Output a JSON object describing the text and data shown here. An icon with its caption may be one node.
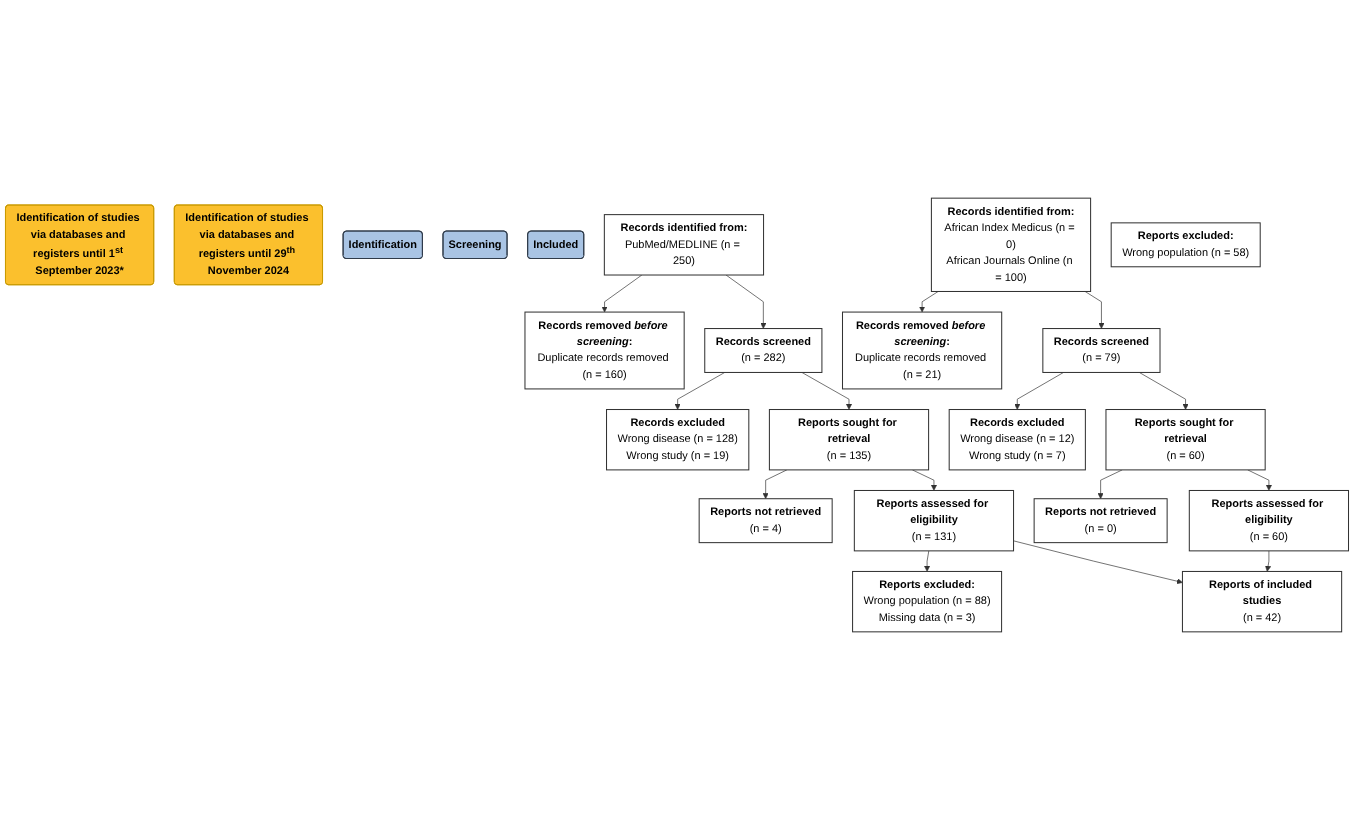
{
  "diagram": {
    "nodes": [
      {
        "text": [
          "Identification of studies via databases and registers until 1$^{st}$ September 2023*"
        ]
      },
      {
        "text": [
          "Identification of studies via databases and registers until 29$^{th}$ November 2024"
        ]
      },
      {
        "text": [
          "Identification"
        ]
      },
      {
        "text": [
          "Screening"
        ]
      },
      {
        "text": [
          "Included"
        ]
      },
      {
        "text": [
          "Records identified from:",
          "PubMed/MEDLINE (n = 250)"
        ]
      },
      {
        "text": [
          "Records removed *before screening*:",
          "Duplicate records removed (n = 160)"
        ]
      },
      {
        "text": [
          "Records screened",
          "(n = 282)"
        ]
      },
      {
        "text": [
          "Records excluded",
          "Wrong disease (n = 128)",
          "Wrong study (n = 19)"
        ]
      },
      {
        "text": [
          "Reports sought for retrieval",
          "(n = 135)"
        ]
      },
      {
        "text": [
          "Reports not retrieved",
          "(n = 4)"
        ]
      },
      {
        "text": [
          "Reports assessed for eligibility",
          "(n = 131)"
        ]
      },
      {
        "text": [
          "Reports excluded:",
          "Wrong population (n = 88)",
          "Missing data (n = 3)"
        ]
      },
      {
        "text": [
          "Reports of included studies",
          "(n = 42)"
        ]
      },
      {
        "text": [
          "Records identified from:",
          "African Index Medicus (n = 0)",
          "African Journals Online (n = 100)"
        ]
      },
      {
        "text": [
          "Records removed *before screening*:",
          "Duplicate records removed (n = 21)"
        ]
      },
      {
        "text": [
          "Records screened",
          "(n = 79)"
        ]
      },
      {
        "text": [
          "Records excluded",
          "Wrong disease (n = 12)",
          "Wrong study (n = 7)"
        ]
      },
      {
        "text": [
          "Reports sought for retrieval",
          "(n = 60)"
        ]
      },
      {
        "text": [
          "Reports not retrieved",
          "(n = 0)"
        ]
      },
      {
        "text": [
          "Reports assessed for eligibility",
          "(n = 60)"
        ]
      },
      {
        "text": [
          "Reports excluded:",
          "Wrong population (n = 58)"
        ]
      }
    ],
    "edges": [
      {
        "from": 5,
        "to": 6,
        "arrow": "to"
      },
      {
        "from": 5,
        "to": 7,
        "arrow": "to"
      },
      {
        "from": 7,
        "to": 8,
        "arrow": "to"
      },
      {
        "from": 7,
        "to": 9,
        "arrow": "to"
      },
      {
        "from": 9,
        "to": 10,
        "arrow": "to"
      },
      {
        "from": 9,
        "to": 11,
        "arrow": "to"
      },
      {
        "from": 11,
        "to": 12,
        "arrow": "to"
      },
      {
        "from": 11,
        "to": 13,
        "arrow": "to"
      },
      {
        "from": 14,
        "to": 15,
        "arrow": "to"
      },
      {
        "from": 14,
        "to": 16,
        "arrow": "to"
      },
      {
        "from": 16,
        "to": 17,
        "arrow": "to"
      },
      {
        "from": 16,
        "to": 18,
        "arrow": "to"
      },
      {
        "from": 18,
        "to": 19,
        "arrow": "to"
      },
      {
        "from": 18,
        "to": 20,
        "arrow": "to"
      },
      {
        "from": 20,
        "to": 13,
        "arrow": "to"
      }
    ]
  }
}
